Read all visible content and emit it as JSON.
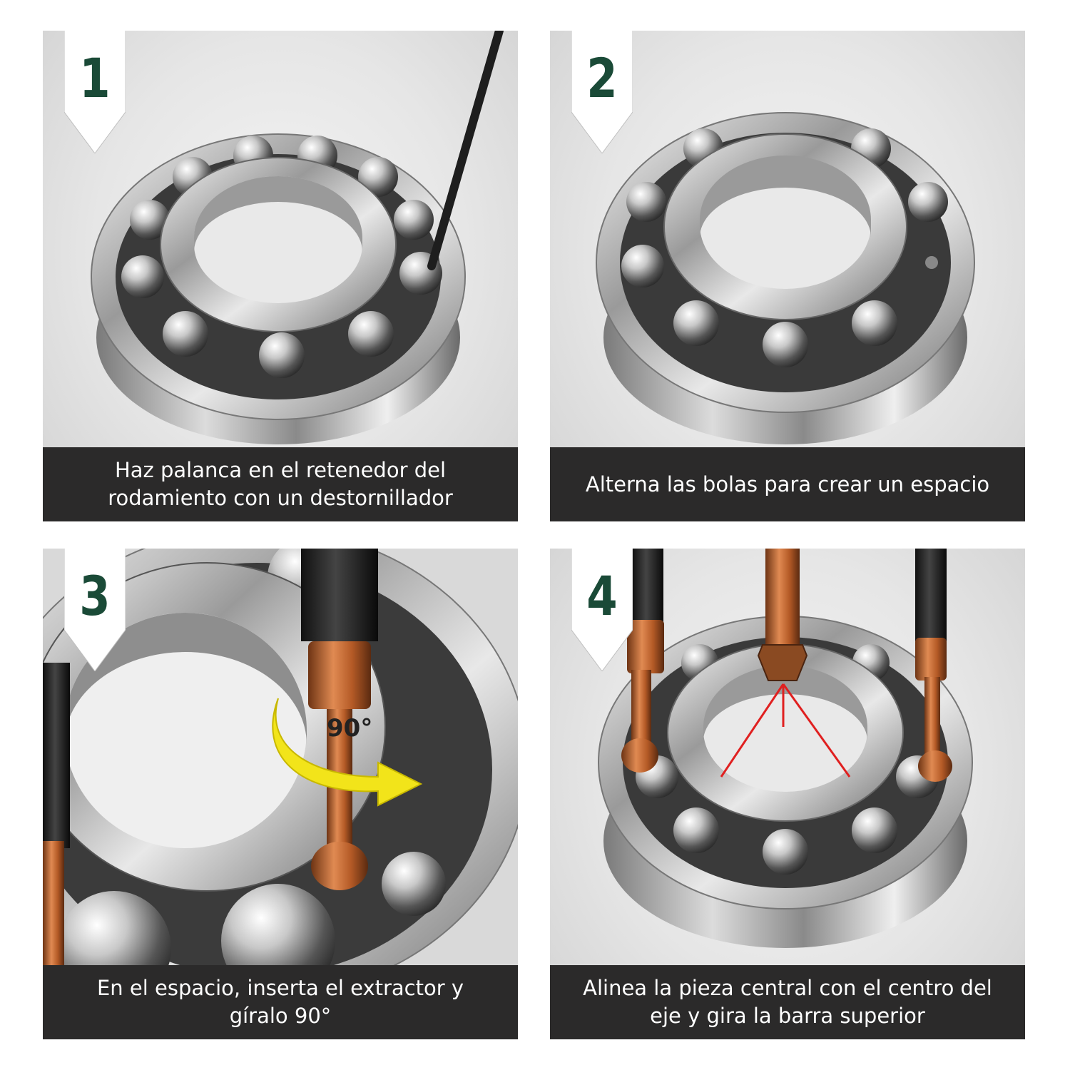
{
  "steps": [
    {
      "number": "1",
      "caption_lines": [
        "Haz palanca en el retenedor del",
        "rodamiento con un destornillador"
      ]
    },
    {
      "number": "2",
      "caption_lines": [
        "Alterna las bolas para crear un espacio"
      ]
    },
    {
      "number": "3",
      "caption_lines": [
        "En el espacio, inserta el extractor y",
        "gíralo 90°"
      ],
      "angle_label": "90°"
    },
    {
      "number": "4",
      "caption_lines": [
        "Alinea la pieza central con el centro del",
        "eje y gira la barra superior"
      ]
    }
  ],
  "colors": {
    "badge_number": "#1a4a37",
    "caption_bg": "#2b2a2a",
    "caption_text": "#ffffff",
    "copper": "#c8703a",
    "arrow": "#f2e41a",
    "laser": "#e02020"
  },
  "icons": {
    "step_badge": "pennant-badge-icon",
    "rotation_arrow": "curved-arrow-icon",
    "bearing": "ball-bearing-illustration"
  }
}
